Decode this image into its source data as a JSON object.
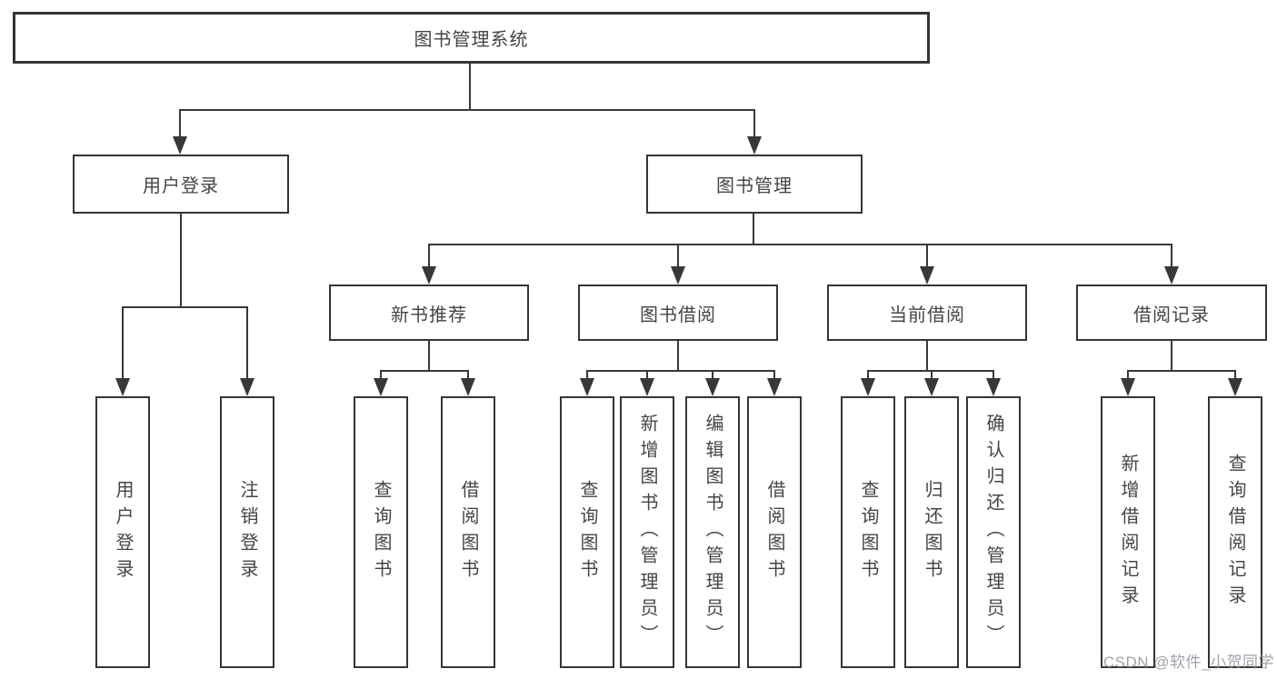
{
  "diagram": {
    "tree": {
      "label": "图书管理系统",
      "children": [
        {
          "label": "用户登录",
          "children": [
            {
              "label": "用户登录"
            },
            {
              "label": "注销登录"
            }
          ]
        },
        {
          "label": "图书管理",
          "children": [
            {
              "label": "新书推荐",
              "children": [
                {
                  "label": "查询图书"
                },
                {
                  "label": "借阅图书"
                }
              ]
            },
            {
              "label": "图书借阅",
              "children": [
                {
                  "label": "查询图书"
                },
                {
                  "label": "新增图书（管理员）"
                },
                {
                  "label": "编辑图书（管理员）"
                },
                {
                  "label": "借阅图书"
                }
              ]
            },
            {
              "label": "当前借阅",
              "children": [
                {
                  "label": "查询图书"
                },
                {
                  "label": "归还图书"
                },
                {
                  "label": "确认归还（管理员）"
                }
              ]
            },
            {
              "label": "借阅记录",
              "children": [
                {
                  "label": "新增借阅记录"
                },
                {
                  "label": "查询借阅记录"
                }
              ]
            }
          ]
        }
      ]
    },
    "colors": {
      "line": "#383838",
      "border": "#353535",
      "text": "#454545",
      "background": "#ffffff",
      "watermark": "#91919b"
    }
  },
  "watermark": {
    "text": "CSDN @软件_小贺同学"
  }
}
